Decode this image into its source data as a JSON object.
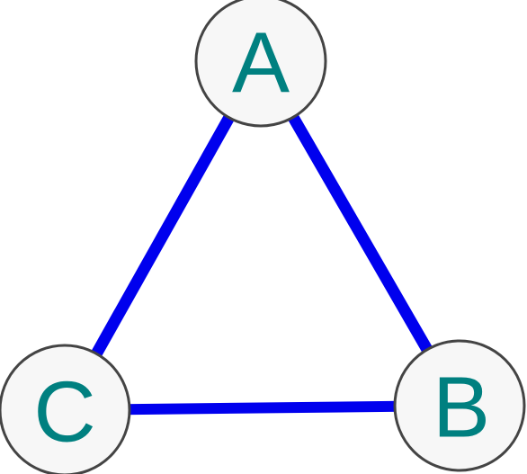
{
  "diagram": {
    "nodes": [
      {
        "id": "A",
        "label": "A"
      },
      {
        "id": "B",
        "label": "B"
      },
      {
        "id": "C",
        "label": "C"
      }
    ],
    "edges": [
      {
        "from": "A",
        "to": "B"
      },
      {
        "from": "A",
        "to": "C"
      },
      {
        "from": "C",
        "to": "B"
      }
    ]
  },
  "colors": {
    "edge": "#0000ee",
    "node_fill": "#f7f7f7",
    "node_stroke": "#444444",
    "label": "#008080"
  }
}
